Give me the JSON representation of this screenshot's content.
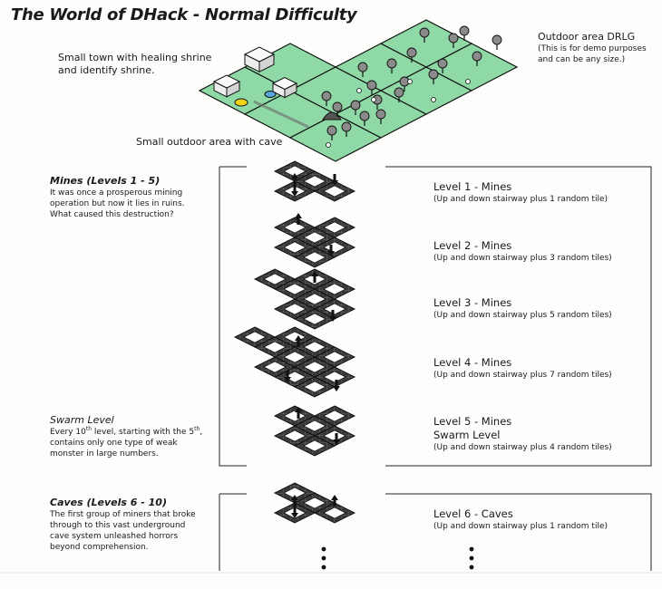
{
  "title": "The World of DHack - Normal Difficulty",
  "overworld": {
    "town_note_line1": "Small town with healing shrine",
    "town_note_line2": "and identify shrine.",
    "cave_note": "Small outdoor area with cave",
    "outdoor_title": "Outdoor area DRLG",
    "outdoor_note_line1": "(This is for demo purposes",
    "outdoor_note_line2": "and can be any size.)"
  },
  "sections": {
    "mines": {
      "heading": "Mines (Levels 1 - 5)",
      "lines": [
        "It was once a prosperous mining",
        "operation but now it lies in ruins.",
        "What caused this destruction?"
      ]
    },
    "swarm": {
      "heading": "Swarm Level",
      "line1_pre": "Every 10",
      "line1_sup": "th",
      "line1_mid": " level, starting with the 5",
      "line1_sup2": "th",
      "line1_post": ",",
      "lines": [
        "contains only one type of weak",
        "monster in large numbers."
      ]
    },
    "caves": {
      "heading": "Caves (Levels 6 - 10)",
      "lines": [
        "The first group of miners that broke",
        "through to this vast underground",
        "cave system unleashed horrors",
        "beyond comprehension."
      ]
    }
  },
  "levels": [
    {
      "name": "Level 1 - Mines",
      "desc": "(Up and down stairway plus 1 random tile)"
    },
    {
      "name": "Level 2 - Mines",
      "desc": "(Up and down stairway plus 3 random tiles)"
    },
    {
      "name": "Level 3 - Mines",
      "desc": "(Up and down stairway plus 5 random tiles)"
    },
    {
      "name": "Level 4 - Mines",
      "desc": "(Up and down stairway plus 7 random tiles)"
    },
    {
      "name": "Level 5 - Mines",
      "name2": "Swarm Level",
      "desc": "(Up and down stairway plus 4 random tiles)"
    },
    {
      "name": "Level 6 - Caves",
      "desc": "(Up and down stairway plus 1 random tile)"
    }
  ],
  "colors": {
    "grass": "#8ed9a6",
    "wall": "#3a3a3a",
    "floor": "#ffffff",
    "outline": "#111111",
    "tree_canopy": "#8a8a8a",
    "shrine_heal": "#58a6e0",
    "shrine_identify": "#f2d31b"
  }
}
